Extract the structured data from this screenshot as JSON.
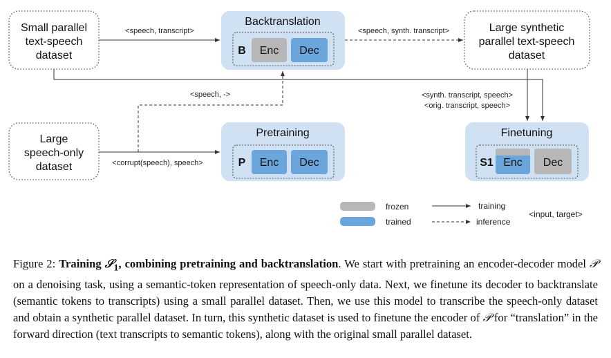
{
  "datasets": {
    "small_parallel": [
      "Small parallel",
      "text-speech",
      "dataset"
    ],
    "large_speech_only": [
      "Large",
      "speech-only",
      "dataset"
    ],
    "large_synthetic": [
      "Large synthetic",
      "parallel text-speech",
      "dataset"
    ]
  },
  "stages": {
    "backtranslation": {
      "title": "Backtranslation",
      "tag": "B",
      "enc": "Enc",
      "dec": "Dec",
      "enc_state": "frozen",
      "dec_state": "trained"
    },
    "pretraining": {
      "title": "Pretraining",
      "tag": "P",
      "enc": "Enc",
      "dec": "Dec",
      "enc_state": "trained",
      "dec_state": "trained"
    },
    "finetuning": {
      "title": "Finetuning",
      "tag": "S1",
      "enc": "Enc",
      "dec": "Dec",
      "enc_state": "frozen+trained",
      "dec_state": "frozen"
    }
  },
  "edges": {
    "small_to_backtranslation": "<speech, transcript>",
    "backtranslation_to_synthetic": "<speech, synth. transcript>",
    "speech_to_backtranslation": "<speech, ->",
    "speech_to_pretraining": "<corrupt(speech), speech>",
    "to_finetuning_line1": "<synth. transcript, speech>",
    "to_finetuning_line2": "<orig. transcript, speech>"
  },
  "legend": {
    "frozen": "frozen",
    "trained": "trained",
    "training": "training",
    "inference": "inference",
    "pair_format": "<input, target>"
  },
  "colors": {
    "stage_bg": "#cfe1f3",
    "frozen": "#b7b7b7",
    "trained": "#6aa6dc"
  },
  "caption": {
    "prefix": "Figure 2:",
    "title_a": "Training",
    "title_b": ", combining pretraining and backtranslation",
    "model_symbol": "𝒮",
    "model_subscript": "1",
    "p_symbol": "𝒫",
    "body_1": ". We start with pretraining an encoder-decoder model ",
    "body_2": " on a denoising task, using a semantic-token representation of speech-only data. Next, we finetune its decoder to backtranslate (semantic tokens to transcripts) using a small parallel dataset. Then, we use this model to transcribe the speech-only dataset and obtain a synthetic parallel dataset. In turn, this synthetic dataset is used to finetune the encoder of ",
    "body_3": " for “translation” in the forward direction (text transcripts to semantic tokens), along with the original small parallel dataset."
  }
}
